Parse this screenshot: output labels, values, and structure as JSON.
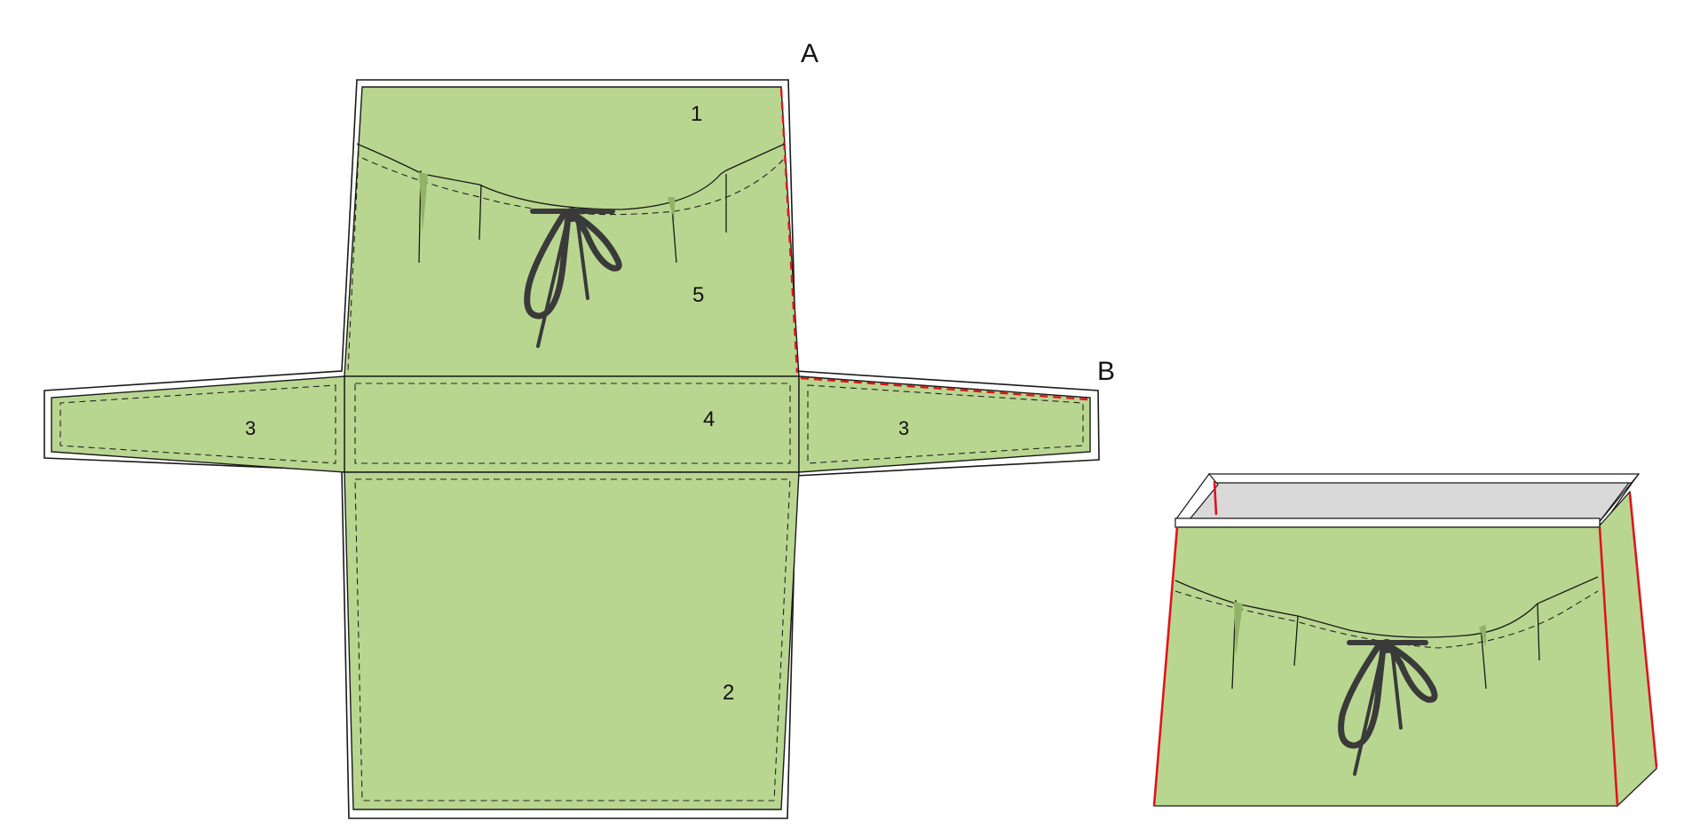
{
  "diagram": {
    "panel_labels": {
      "top_flap": "1",
      "bottom_panel": "2",
      "left_side": "3",
      "right_side": "3",
      "base": "4",
      "front_panel": "5"
    },
    "corner_labels": {
      "a": "A",
      "b": "B"
    },
    "colors": {
      "panel_fill": "#b9d690",
      "outline": "#1a1a1a",
      "seam_line": "#222222",
      "glue_edge": "#e0141e",
      "tie": "#3a3a3a",
      "box_interior": "#d9d9d9",
      "box_rim": "#ffffff"
    },
    "icons": {
      "drawstring": "drawstring-tie-icon"
    }
  }
}
